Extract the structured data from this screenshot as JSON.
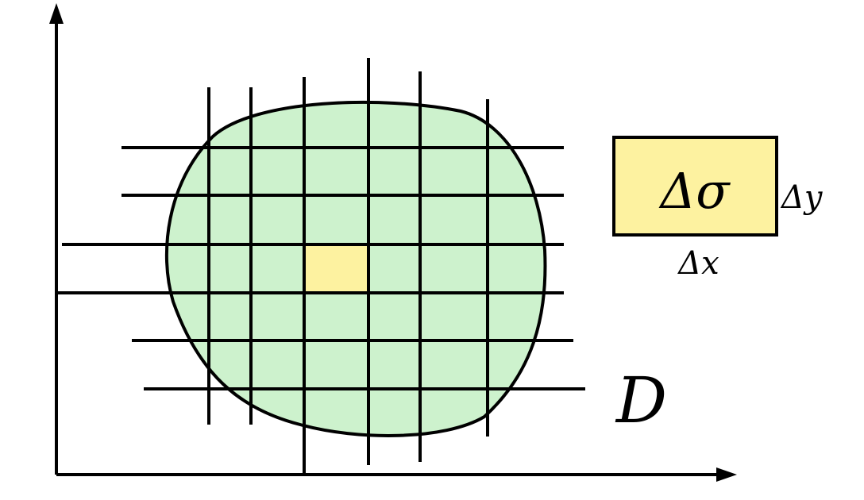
{
  "colors": {
    "region_fill": "#cdf2cd",
    "element_fill": "#fdf2a0",
    "line": "#000000",
    "background": "#ffffff"
  },
  "labels": {
    "area_element": "Δσ",
    "width": "Δx",
    "height": "Δy",
    "region": "D"
  }
}
